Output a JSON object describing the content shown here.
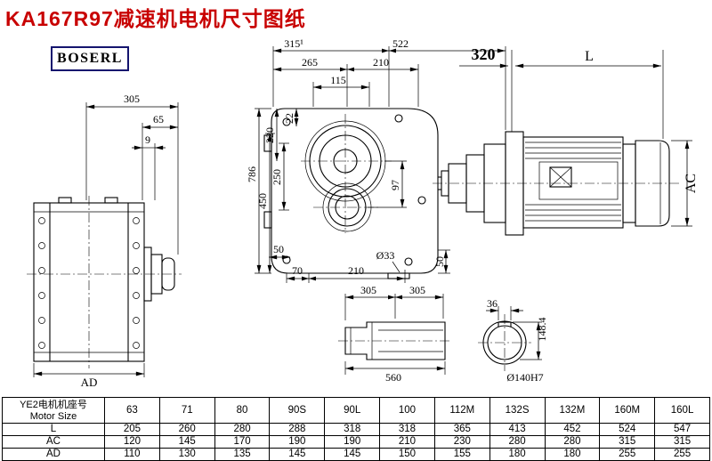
{
  "page": {
    "title": "KA167R97减速机电机尺寸图纸",
    "logo": "BOSERL"
  },
  "colors": {
    "title": "#c80000",
    "line": "#000000",
    "logo_border": "#14146e"
  },
  "dims": {
    "side": {
      "w305": "305",
      "w65": "65",
      "w9": "9",
      "ad": "AD"
    },
    "front": {
      "top315": "315¹",
      "top522": "522",
      "top265": "265",
      "top210": "210",
      "top115": "115",
      "v22": "22",
      "v220": "220",
      "v250": "250",
      "v450": "450",
      "v786": "786",
      "v97": "97",
      "b50l": "50",
      "b70": "70",
      "b210": "210",
      "d33": "Ø33",
      "b50r": "50"
    },
    "motor": {
      "d320": "320",
      "L": "L",
      "AC": "AC"
    },
    "shaft": {
      "a305": "305",
      "b305": "305",
      "len560": "560"
    },
    "bore": {
      "w36": "36",
      "h1484": "148.4",
      "d140": "Ø140H7"
    }
  },
  "table": {
    "header_cn": "YE2电机机座号",
    "header_en": "Motor Size",
    "sizes": [
      "63",
      "71",
      "80",
      "90S",
      "90L",
      "100",
      "112M",
      "132S",
      "132M",
      "160M",
      "160L"
    ],
    "rows": [
      {
        "label": "L",
        "values": [
          "205",
          "260",
          "280",
          "288",
          "318",
          "318",
          "365",
          "413",
          "452",
          "524",
          "547"
        ]
      },
      {
        "label": "AC",
        "values": [
          "120",
          "145",
          "170",
          "190",
          "190",
          "210",
          "230",
          "280",
          "280",
          "315",
          "315"
        ]
      },
      {
        "label": "AD",
        "values": [
          "110",
          "130",
          "135",
          "145",
          "145",
          "150",
          "155",
          "180",
          "180",
          "255",
          "255"
        ]
      }
    ]
  }
}
